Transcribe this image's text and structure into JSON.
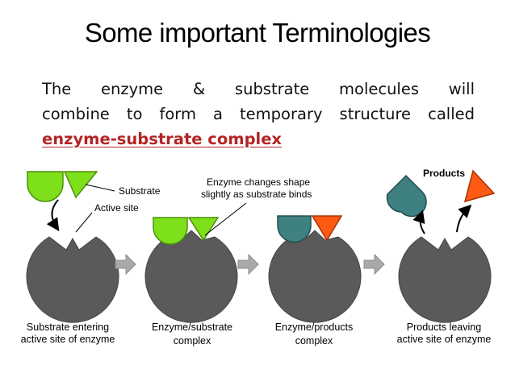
{
  "slide": {
    "title": "Some important Terminologies",
    "text_line1": "The enzyme & substrate molecules will",
    "text_line2": "combine to form a temporary structure called",
    "highlight": "enzyme-substrate complex"
  },
  "diagram": {
    "label_substrate": "Substrate",
    "label_active_site": "Active site",
    "label_changes_1": "Enzyme changes shape",
    "label_changes_2": "slightly as substrate binds",
    "label_products": "Products",
    "stages": [
      {
        "line1": "Substrate entering",
        "line2": "active site of enzyme"
      },
      {
        "line1": "Enzyme/substrate",
        "line2": "complex"
      },
      {
        "line1": "Enzyme/products",
        "line2": "complex"
      },
      {
        "line1": "Products leaving",
        "line2": "active site of enzyme"
      }
    ],
    "colors": {
      "enzyme": "#5a5a5a",
      "substrate": "#7ee01a",
      "product_teal": "#3f8080",
      "product_orange": "#ff5a14",
      "arrow": "#a9a9a9"
    }
  }
}
